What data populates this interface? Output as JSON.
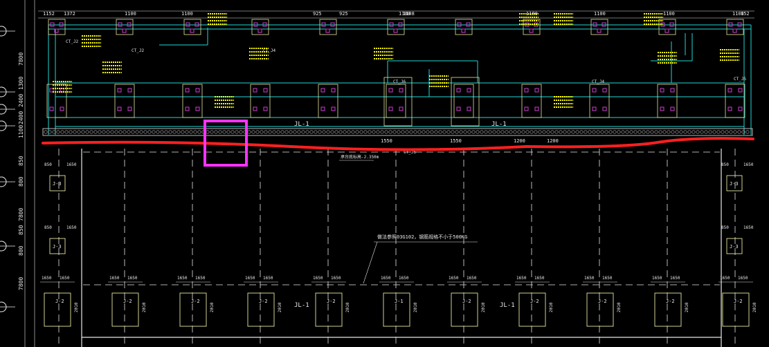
{
  "colors": {
    "background": "#000000",
    "wall": "#20d8d8",
    "dim": "#e8e8e8",
    "axis": "#f2f2f2",
    "pile": "#d23bd2",
    "cap": "#e6e6a0",
    "annotation": "#ffff00",
    "markup_line": "#ff2020",
    "highlight_box": "#ff33ff",
    "beam_band": "#b8b8b8"
  },
  "top_dimensions": [
    "1152",
    "1372",
    "1100",
    "1100",
    "925",
    "925",
    "1100",
    "1108",
    "1180",
    "1100",
    "1100",
    "1100",
    "152"
  ],
  "left_dimensions": [
    "7800",
    "1300",
    "2400",
    "2400",
    "1100",
    "850",
    "800",
    "7800",
    "850",
    "800",
    "7800"
  ],
  "beam_label": "JL-1",
  "cap_labels": [
    "CT_J2",
    "CT_J2",
    "CT_J4",
    "CT_J6",
    "CT_J4",
    "CT_J5"
  ],
  "bottom_cap_labels": [
    "CT_J6"
  ],
  "j_labels": [
    "J-3",
    "J-3",
    "J-2",
    "J-1"
  ],
  "span_dims": [
    "1650",
    "2010"
  ],
  "beam_spans": [
    "1550",
    "1550",
    "1200",
    "1200"
  ],
  "note_text": "做法参照03G102，钢筋规格不小于500KG",
  "elevation_note": "承台底标高-2.350m",
  "small_notes": [
    "1650",
    "850"
  ]
}
